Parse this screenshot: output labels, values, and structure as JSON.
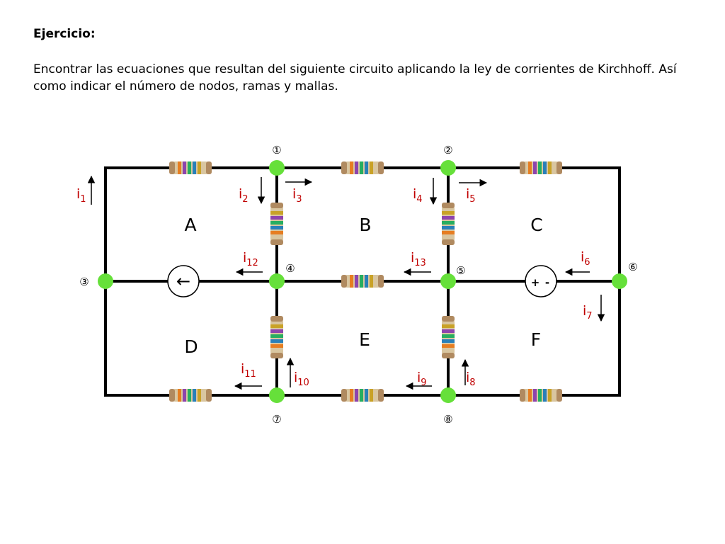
{
  "heading": "Ejercicio:",
  "instruction": "Encontrar las ecuaciones que resultan del siguiente circuito aplicando la ley de corrientes de Kirchhoff. Así como indicar el número de nodos, ramas y mallas.",
  "node_labels": [
    "①",
    "②",
    "③",
    "④",
    "⑤",
    "⑥",
    "⑦",
    "⑧"
  ],
  "mesh_labels": [
    "A",
    "B",
    "C",
    "D",
    "E",
    "F"
  ],
  "current_labels": [
    {
      "base": "i",
      "sub": "1"
    },
    {
      "base": "i",
      "sub": "2"
    },
    {
      "base": "i",
      "sub": "3"
    },
    {
      "base": "i",
      "sub": "4"
    },
    {
      "base": "i",
      "sub": "5"
    },
    {
      "base": "i",
      "sub": "6"
    },
    {
      "base": "i",
      "sub": "7"
    },
    {
      "base": "i",
      "sub": "8"
    },
    {
      "base": "i",
      "sub": "9"
    },
    {
      "base": "i",
      "sub": "10"
    },
    {
      "base": "i",
      "sub": "11"
    },
    {
      "base": "i",
      "sub": "12"
    },
    {
      "base": "i",
      "sub": "13"
    }
  ],
  "voltage_source": {
    "plus": "+",
    "minus": "-"
  },
  "current_source_arrow": "←",
  "colors": {
    "wire": "#000000",
    "node": "#66e03a",
    "current_label": "#c00000"
  }
}
